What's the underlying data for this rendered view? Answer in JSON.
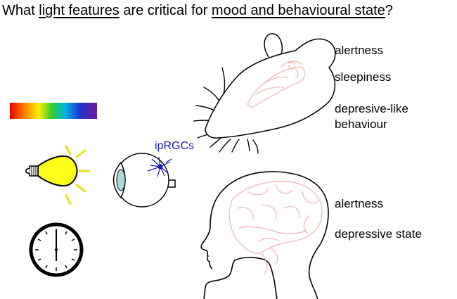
{
  "title": {
    "part1": "What ",
    "highlight1": "light features",
    "part2": " are critical for ",
    "highlight2": "mood and behavioural state",
    "part3": "?"
  },
  "mouse_outcomes": [
    "alertness",
    "sleepiness",
    "depresive-like",
    "behaviour"
  ],
  "human_outcomes": [
    "alertness",
    "depressive state"
  ],
  "cell_label": "ipRGCs",
  "colors": {
    "brain": "#f2b4ae",
    "bulb": "#ffff1a",
    "rays": "#e8e21a",
    "neuron": "#1a1ab8",
    "lens": "#a8dcd8"
  },
  "icons": [
    "light-spectrum-icon",
    "light-bulb-icon",
    "clock-icon",
    "eye-icon",
    "mouse-head-icon",
    "human-head-icon"
  ]
}
